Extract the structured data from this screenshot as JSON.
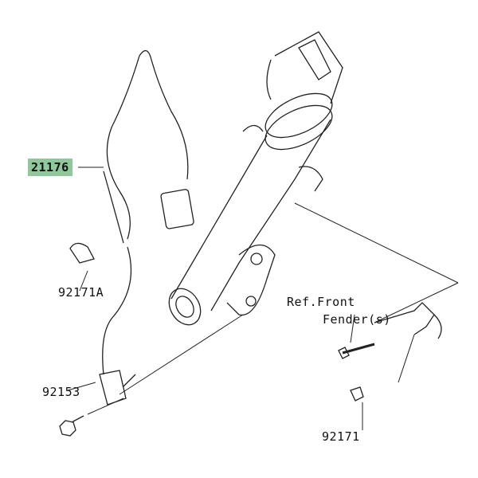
{
  "parts": [
    {
      "number": "21176",
      "highlighted": true
    },
    {
      "number": "92171A",
      "highlighted": false
    },
    {
      "number": "92153",
      "highlighted": false
    },
    {
      "number": "92171",
      "highlighted": false
    }
  ],
  "reference": {
    "line1": "Ref.Front",
    "line2": "Fender(s)"
  },
  "colors": {
    "highlight": "#8fc89a",
    "line": "#222222"
  }
}
